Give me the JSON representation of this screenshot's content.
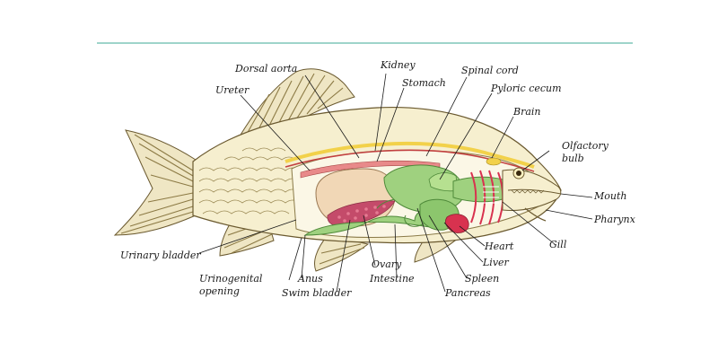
{
  "labels": {
    "dorsal_aorta": "Dorsal aorta",
    "kidney": "Kidney",
    "spinal_cord": "Spinal cord",
    "stomach": "Stomach",
    "pyloric_cecum": "Pyloric cecum",
    "ureter": "Ureter",
    "brain": "Brain",
    "olfactory_bulb_line1": "Olfactory",
    "olfactory_bulb_line2": "bulb",
    "mouth": "Mouth",
    "pharynx": "Pharynx",
    "gill": "Gill",
    "heart": "Heart",
    "liver": "Liver",
    "spleen": "Spleen",
    "pancreas": "Pancreas",
    "intestine": "Intestine",
    "ovary": "Ovary",
    "swim_bladder": "Swim bladder",
    "anus": "Anus",
    "urinogenital_line1": "Urinogenital",
    "urinogenital_line2": "opening",
    "urinary_bladder": "Urinary bladder"
  },
  "colors": {
    "header_rule": "#7fc6b8",
    "body_fill": "#f6efcf",
    "organ_green": "#9fd17f",
    "swim_bladder": "#f1d7b6",
    "ovary": "#c44b6a",
    "heart": "#d8324f",
    "spinal_cord": "#f2d14a",
    "aorta": "#c24040"
  }
}
